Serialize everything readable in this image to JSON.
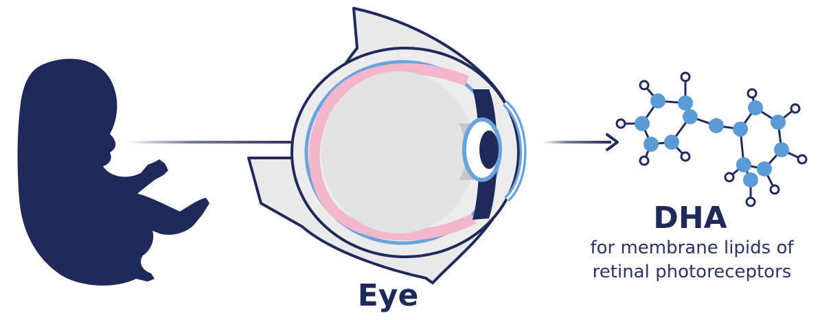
{
  "labels": {
    "eye": "Eye",
    "dha": "DHA",
    "caption_line1": "for membrane lipids of",
    "caption_line2": "retinal photoreceptors"
  },
  "colors": {
    "navy": "#1f2a5a",
    "blue": "#5b9bd5",
    "pink": "#f2b8cc",
    "gray": "#e6e6e6"
  },
  "icons": [
    "fetus-icon",
    "eye-cross-section-icon",
    "dha-molecule-icon",
    "arrow-right-icon"
  ]
}
